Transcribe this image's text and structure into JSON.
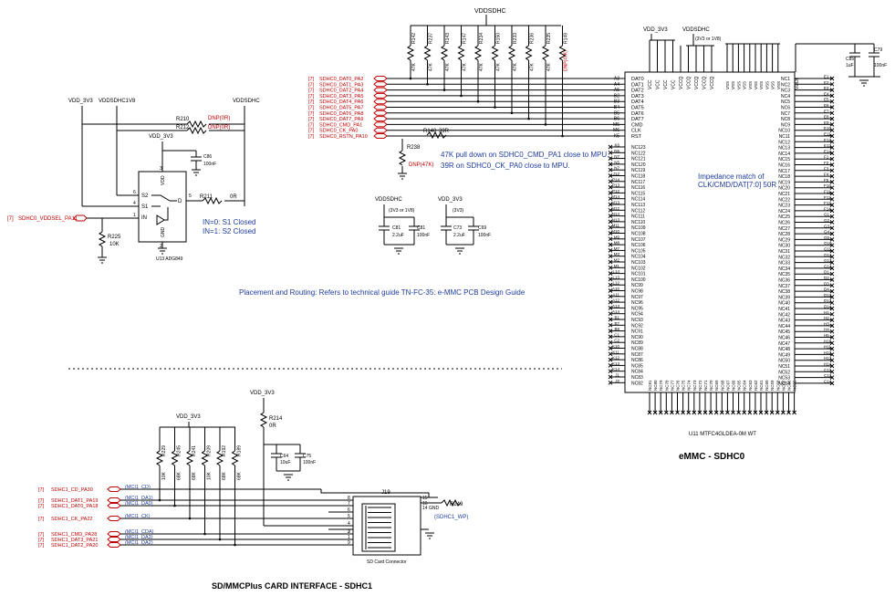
{
  "rails": {
    "vddsdhc": "VDDSDHC",
    "vdd3v3": "VDD_3V3",
    "vddsdhc1v8": "VDDSDHC1V8",
    "range": "(3V3 or 1V8)",
    "v33": "(3V3)"
  },
  "emmc": {
    "title": "eMMC - SDHC0",
    "part": "U11  MTFC4GLDEA-0M WT",
    "impedance_note_1": "Impedance match of",
    "impedance_note_2": "CLK/CMD/DAT[7:0] 50R",
    "pulldown_note_1": "47K pull down on SDHC0_CMD_PA1 close to MPU.",
    "pulldown_note_2": "39R on SDHC0_CK_PA0 close to MPU.",
    "placement_note": "Placement and Routing: Refers to technical guide TN-FC-35: e-MMC PCB Design Guide",
    "signals": [
      {
        "net": "SDHC0_DAT0_PA2",
        "pin": "DAT0",
        "ball": "A3"
      },
      {
        "net": "SDHC0_DAT1_PA3",
        "pin": "DAT1",
        "ball": "A4"
      },
      {
        "net": "SDHC0_DAT2_PA4",
        "pin": "DAT2",
        "ball": "A5"
      },
      {
        "net": "SDHC0_DAT3_PA5",
        "pin": "DAT3",
        "ball": "B2"
      },
      {
        "net": "SDHC0_DAT4_PA6",
        "pin": "DAT4",
        "ball": "B3"
      },
      {
        "net": "SDHC0_DAT5_PA7",
        "pin": "DAT5",
        "ball": "B4"
      },
      {
        "net": "SDHC0_DAT6_PA8",
        "pin": "DAT6",
        "ball": "B5"
      },
      {
        "net": "SDHC0_DAT7_PA9",
        "pin": "DAT7",
        "ball": "B6"
      },
      {
        "net": "SDHC0_CMD_PA1",
        "pin": "CMD",
        "ball": "M5"
      },
      {
        "net": "SDHC0_CK_PA0",
        "pin": "CLK",
        "ball": "M6"
      },
      {
        "net": "SDHC0_RSTN_PA10",
        "pin": "RST",
        "ball": "K5"
      }
    ],
    "pullups": [
      {
        "ref": "R142",
        "val": "47K"
      },
      {
        "ref": "R237",
        "val": "47K"
      },
      {
        "ref": "R143",
        "val": "47K"
      },
      {
        "ref": "R147",
        "val": "47K"
      },
      {
        "ref": "R234",
        "val": "47K"
      },
      {
        "ref": "R150",
        "val": "47K"
      },
      {
        "ref": "R233",
        "val": "47K"
      },
      {
        "ref": "R236",
        "val": "47K"
      },
      {
        "ref": "R235",
        "val": "47K"
      },
      {
        "ref": "R149",
        "val": "DNP(47K)"
      }
    ],
    "r140": {
      "ref": "R140",
      "val": "39R"
    },
    "r238": {
      "ref": "R238",
      "val": "DNP(47K)"
    },
    "top_pins_vcc": [
      "VCC",
      "VCC",
      "VCC",
      "VCC"
    ],
    "top_pins_vccq": [
      "VCCQ",
      "VCCQ",
      "VCCQ",
      "VCCQ",
      "VCCQ"
    ],
    "top_pins_vss": [
      "VSS",
      "VSS",
      "VSS",
      "VSS",
      "VSS",
      "VSS",
      "VSS",
      "VSS",
      "VSS",
      "VSS"
    ],
    "vddi": "VDDI",
    "c85": {
      "ref": "C85",
      "val": "1uF"
    },
    "c79": {
      "ref": "C79",
      "val": "100nF"
    },
    "nc_left": [
      "NC123",
      "NC122",
      "NC121",
      "NC120",
      "NC119",
      "NC118",
      "NC117",
      "NC116",
      "NC115",
      "NC114",
      "NC113",
      "NC112",
      "NC111",
      "NC110",
      "NC109",
      "NC108",
      "NC107",
      "NC106",
      "NC105",
      "NC104",
      "NC103",
      "NC102",
      "NC101",
      "NC100",
      "NC99",
      "NC98",
      "NC97",
      "NC96",
      "NC95",
      "NC94",
      "NC93",
      "NC92",
      "NC91",
      "NC90",
      "NC89",
      "NC88",
      "NC87",
      "NC86",
      "NC85",
      "NC84",
      "NC83",
      "NC82"
    ],
    "balls_left": [
      "K6",
      "N6",
      "N7",
      "N5",
      "N7",
      "J12",
      "P14",
      "P13",
      "P12",
      "M14",
      "M13",
      "M12",
      "N14",
      "N13",
      "M11",
      "M10",
      "M9",
      "M8",
      "M7",
      "M3",
      "M2",
      "M1",
      "L14",
      "L13",
      "L12",
      "A10",
      "A11",
      "A12",
      "A13",
      "A14",
      "B1",
      "B7",
      "B8",
      "C1",
      "C2",
      "K10",
      "K11",
      "K12",
      "K13",
      "K14",
      "J1",
      "J2"
    ],
    "nc_right": [
      "NC1",
      "NC2",
      "NC3",
      "NC4",
      "NC5",
      "NC6",
      "NC7",
      "NC8",
      "NC9",
      "NC10",
      "NC11",
      "NC12",
      "NC13",
      "NC14",
      "NC15",
      "NC16",
      "NC17",
      "NC18",
      "NC19",
      "NC20",
      "NC21",
      "NC22",
      "NC23",
      "NC24",
      "NC25",
      "NC26",
      "NC27",
      "NC28",
      "NC29",
      "NC30",
      "NC31",
      "NC32",
      "NC33",
      "NC34",
      "NC35",
      "NC36",
      "NC37",
      "NC38",
      "NC39",
      "NC40",
      "NC41",
      "NC42",
      "NC43",
      "NC44",
      "NC45",
      "NC46",
      "NC47",
      "NC48",
      "NC49",
      "NC50",
      "NC51",
      "NC52",
      "NC53",
      "NC54"
    ],
    "balls_right": [
      "E1",
      "E2",
      "E3",
      "E4",
      "E5",
      "E6",
      "E7",
      "E8",
      "E9",
      "E10",
      "E11",
      "E12",
      "E13",
      "E14",
      "F1",
      "F2",
      "F3",
      "F4",
      "F5",
      "F10",
      "F11",
      "F12",
      "F13",
      "F14",
      "G1",
      "G2",
      "G3",
      "G4",
      "G5",
      "G10",
      "G11",
      "G12",
      "G13",
      "G14",
      "D1",
      "D2",
      "D3",
      "D4",
      "D12",
      "D13",
      "D14",
      "H1",
      "H2",
      "H3",
      "H4",
      "H5",
      "H10",
      "H11",
      "H12",
      "H13",
      "H14",
      "C12",
      "C13",
      "C14"
    ],
    "nc_bottom": [
      "NC81",
      "NC80",
      "NC79",
      "NC78",
      "NC77",
      "NC76",
      "NC75",
      "NC74",
      "NC73",
      "NC72",
      "NC71",
      "NC70",
      "NC69",
      "NC68",
      "NC67",
      "NC66",
      "NC65",
      "NC64",
      "NC63",
      "NC62",
      "NC61",
      "NC60",
      "NC59",
      "NC58",
      "NC57",
      "NC56",
      "NC55"
    ]
  },
  "switch": {
    "part": "U13  ADG849",
    "in0": "IN=0: S1 Closed",
    "in1": "IN=1: S2 Closed",
    "net_in": "SDHC0_VDDSEL_PA11",
    "r210": {
      "ref": "R210",
      "val": "DNP(0R)"
    },
    "r212": {
      "ref": "R212",
      "val": "DNP(0R)"
    },
    "r211": {
      "ref": "R211",
      "val": "0R"
    },
    "r225": {
      "ref": "R225",
      "val": "10K"
    },
    "c86": {
      "ref": "C86",
      "val": "100nF"
    },
    "pins": {
      "vdd": "VDD",
      "gnd": "GND",
      "s1": "S1",
      "s2": "S2",
      "d": "D",
      "in": "IN"
    }
  },
  "decoupling": {
    "c81a": {
      "ref": "C81",
      "val": "2.2uF"
    },
    "c81b": {
      "ref": "C81",
      "val": "100nF"
    },
    "c73": {
      "ref": "C73",
      "val": "2.2uF"
    },
    "c69": {
      "ref": "C69",
      "val": "100nF"
    }
  },
  "sd": {
    "title": "SD/MMCPlus CARD INTERFACE - SDHC1",
    "connector": "J19",
    "connector_label": "SD Card Connector",
    "r214": {
      "ref": "R214",
      "val": "0R"
    },
    "c64": {
      "ref": "C64",
      "val": "10uF"
    },
    "c75": {
      "ref": "C75",
      "val": "100nF"
    },
    "r249": {
      "ref": "R249",
      "val": ""
    },
    "wp": "(SDHC1_WP)",
    "gnd_label": "14 GND",
    "pullups": [
      {
        "ref": "R229",
        "val": "10K"
      },
      {
        "ref": "R245",
        "val": "68K"
      },
      {
        "ref": "R241",
        "val": "68K"
      },
      {
        "ref": "R209",
        "val": "10K"
      },
      {
        "ref": "R192",
        "val": "68K"
      },
      {
        "ref": "R189",
        "val": "68K"
      }
    ],
    "signals": [
      {
        "tag": "[7]",
        "net": "SDHC1_CD_PA30",
        "alias": "(MCI1_CD)",
        "pin": ""
      },
      {
        "tag": "[7]",
        "net": "SDHC1_DAT1_PA19",
        "alias": "(MCI1_DA1)",
        "pin": "8"
      },
      {
        "tag": "[7]",
        "net": "SDHC1_DAT0_PA18",
        "alias": "(MCI1_DA0)",
        "pin": "7"
      },
      {
        "tag": "[7]",
        "net": "SDHC1_CK_PA22",
        "alias": "(MCI1_CK)",
        "pin": "5"
      },
      {
        "tag": "[7]",
        "net": "SDHC1_CMD_PA28",
        "alias": "(MCI1_CDA)",
        "pin": "2"
      },
      {
        "tag": "[7]",
        "net": "SDHC1_DAT3_PA21",
        "alias": "(MCI1_DA3)",
        "pin": "1"
      },
      {
        "tag": "[7]",
        "net": "SDHC1_DAT2_PA20",
        "alias": "(MCI1_DA2)",
        "pin": "9"
      }
    ],
    "connector_pins_left": [
      "8",
      "7",
      "6",
      "5",
      "4",
      "3",
      "2",
      "1",
      "9"
    ],
    "connector_pins_right": [
      "15",
      "16",
      "14 GND"
    ]
  },
  "ref7": "[7]"
}
